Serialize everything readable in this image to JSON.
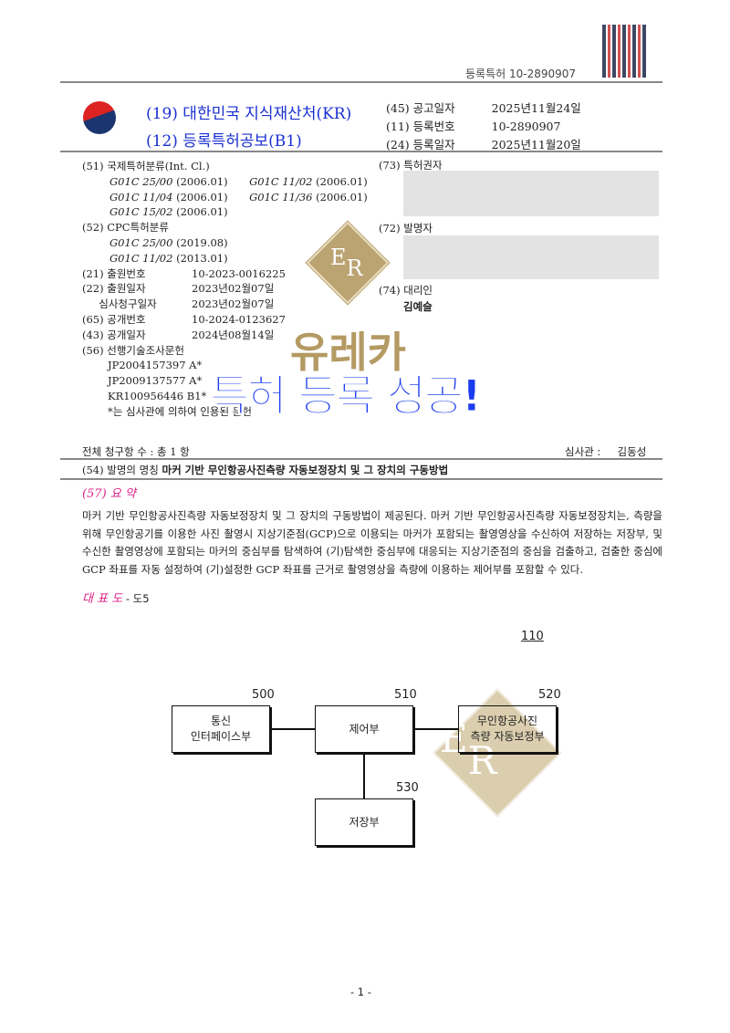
{
  "header": {
    "reg_label": "등록특허 10-2890907",
    "office": "(19) 대한민국 지식재산처(KR)",
    "pub_type": "(12) 등록특허공보(B1)",
    "meta": [
      {
        "code": "(45)",
        "label": "공고일자",
        "value": "2025년11월24일"
      },
      {
        "code": "(11)",
        "label": "등록번호",
        "value": "10-2890907"
      },
      {
        "code": "(24)",
        "label": "등록일자",
        "value": "2025년11월20일"
      }
    ]
  },
  "biblio": {
    "int_cl_label": "(51) 국제특허분류(Int. Cl.)",
    "int_cl": [
      {
        "code": "G01C 25/00",
        "ver": "(2006.01)"
      },
      {
        "code": "G01C 11/02",
        "ver": "(2006.01)"
      },
      {
        "code": "G01C 11/04",
        "ver": "(2006.01)"
      },
      {
        "code": "G01C 11/36",
        "ver": "(2006.01)"
      },
      {
        "code": "G01C 15/02",
        "ver": "(2006.01)"
      }
    ],
    "cpc_label": "(52) CPC특허분류",
    "cpc": [
      {
        "code": "G01C 25/00",
        "ver": "(2019.08)"
      },
      {
        "code": "G01C 11/02",
        "ver": "(2013.01)"
      }
    ],
    "fields": [
      {
        "label": "(21) 출원번호",
        "value": "10-2023-0016225"
      },
      {
        "label": "(22) 출원일자",
        "value": "2023년02월07일"
      },
      {
        "label": "     심사청구일자",
        "value": "2023년02월07일"
      },
      {
        "label": "(65) 공개번호",
        "value": "10-2024-0123627"
      },
      {
        "label": "(43) 공개일자",
        "value": "2024년08월14일"
      }
    ],
    "prior_label": "(56) 선행기술조사문헌",
    "prior": [
      "JP2004157397 A*",
      "JP2009137577 A*",
      "KR100956446 B1*",
      "*는 심사관에 의하여 인용된 문헌"
    ],
    "patentee_label": "(73) 특허권자",
    "inventor_label": "(72) 발명자",
    "agent_label": "(74) 대리인",
    "agent": "김예슬"
  },
  "claims": "전체 청구항 수 : 총  1  항",
  "examiner": "심사관 :     김동성",
  "title_label": "(54) 발명의 명칭",
  "title": "마커 기반 무인항공사진측량 자동보정장치 및 그 장치의 구동방법",
  "abstract_label": "(57) 요 약",
  "abstract": "마커 기반 무인항공사진측량 자동보정장치 및 그 장치의 구동방법이 제공된다. 마커 기반 무인항공사진측량 자동보정장치는, 측량을 위해 무인항공기를 이용한 사진 촬영시 지상기준점(GCP)으로 이용되는 마커가 포함되는 촬영영상을 수신하여 저장하는 저장부, 및 수신한 촬영영상에 포함되는 마커의 중심부를 탐색하여 (기)탐색한 중심부에 대응되는 지상기준점의 중심을 검출하고, 검출한 중심에 GCP 좌표를 자동 설정하여 (기)설정한 GCP 좌표를 근거로 촬영영상을 측량에 이용하는 제어부를 포함할 수 있다.",
  "rep_label": "대 표 도",
  "rep_value": "- 도5",
  "figure": {
    "ref": "110",
    "blocks": [
      {
        "num": "500",
        "text": "통신\n인터페이스부"
      },
      {
        "num": "510",
        "text": "제어부"
      },
      {
        "num": "520",
        "text": "무인항공사진\n측량 자동보정부"
      },
      {
        "num": "530",
        "text": "저장부"
      }
    ]
  },
  "watermark": {
    "logo": "ER",
    "line1": "유레카",
    "line2": "특허 등록 성공!"
  },
  "page": "- 1 -",
  "colors": {
    "blue": "#1a2fd0",
    "pink": "#e0218a",
    "gold": "#b49a63"
  }
}
